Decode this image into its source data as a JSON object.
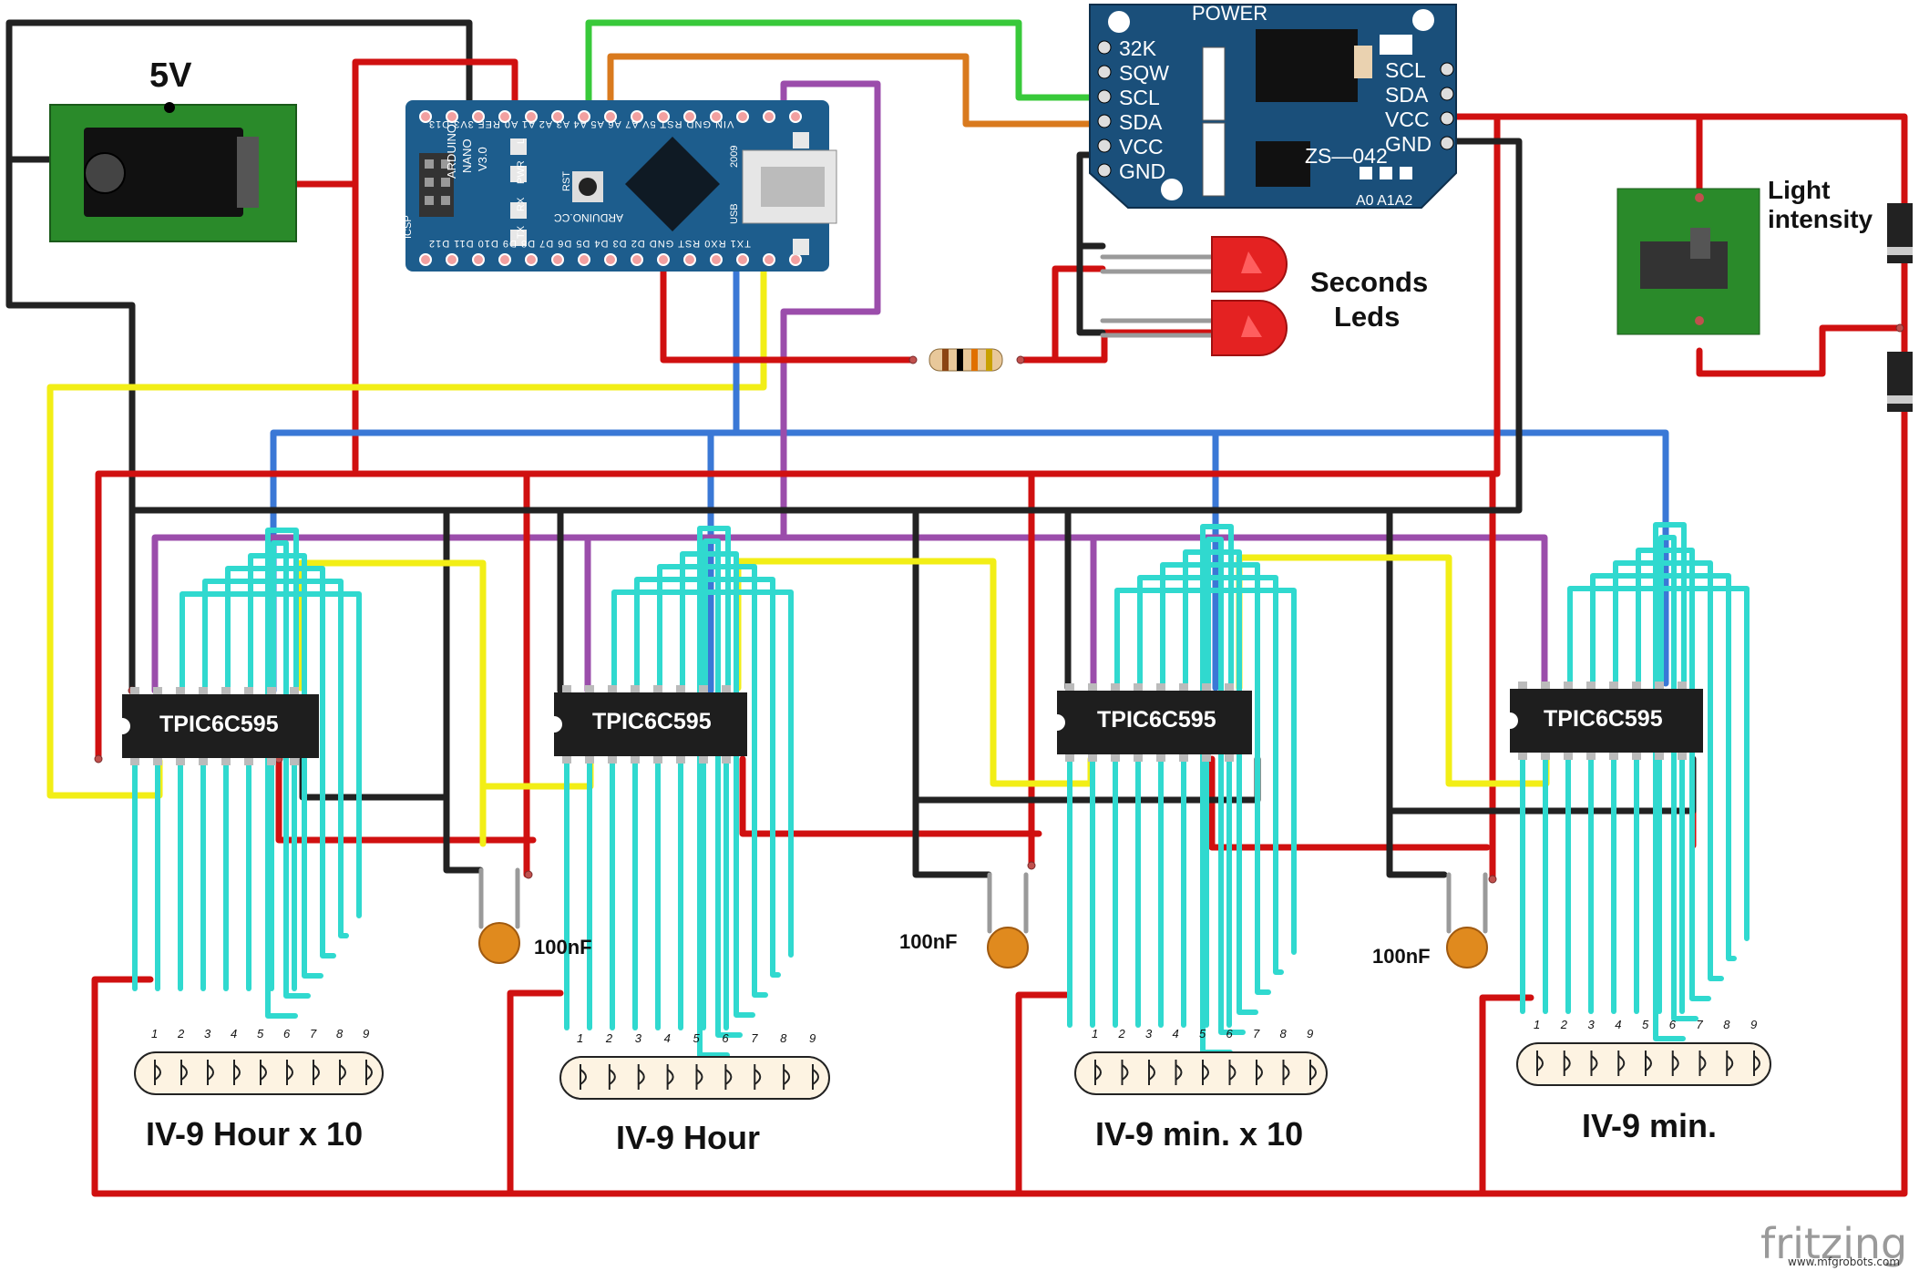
{
  "power": {
    "label": "5V"
  },
  "rtc": {
    "title": "POWER",
    "model": "ZS—042",
    "left_pins": [
      "32K",
      "SQW",
      "SCL",
      "SDA",
      "VCC",
      "GND"
    ],
    "right_pins": [
      "SCL",
      "SDA",
      "VCC",
      "GND"
    ],
    "addr": "A0 A1A2"
  },
  "nano": {
    "name_lines": [
      "ARDUINO",
      "NANO",
      "V3.0"
    ],
    "brand": "ARDUINO.CC",
    "top_pins": "VIN GND RST 5V A7 A6 A5 A4 A3 A2 A1 A0 REF 3V3 D13",
    "bottom_pins": "TX1 RX0 RST GND D2 D3 D4 D5 D6 D7 D8 D9 D10 D11 D12",
    "misc": [
      "ICSP",
      "PWR",
      "RST",
      "TX",
      "RX",
      "L",
      "USB",
      "2009"
    ]
  },
  "seconds_leds": {
    "line1": "Seconds",
    "line2": "Leds"
  },
  "light": {
    "line1": "Light",
    "line2": "intensity"
  },
  "chips": [
    {
      "label": "TPIC6C595"
    },
    {
      "label": "TPIC6C595"
    },
    {
      "label": "TPIC6C595"
    },
    {
      "label": "TPIC6C595"
    }
  ],
  "capacitors": [
    {
      "label": "100nF"
    },
    {
      "label": "100nF"
    },
    {
      "label": "100nF"
    }
  ],
  "tubes": [
    {
      "label": "IV-9 Hour x 10",
      "pins": [
        "1",
        "2",
        "3",
        "4",
        "5",
        "6",
        "7",
        "8",
        "9"
      ]
    },
    {
      "label": "IV-9 Hour",
      "pins": [
        "1",
        "2",
        "3",
        "4",
        "5",
        "6",
        "7",
        "8",
        "9"
      ]
    },
    {
      "label": "IV-9 min. x 10",
      "pins": [
        "1",
        "2",
        "3",
        "4",
        "5",
        "6",
        "7",
        "8",
        "9"
      ]
    },
    {
      "label": "IV-9 min.",
      "pins": [
        "1",
        "2",
        "3",
        "4",
        "5",
        "6",
        "7",
        "8",
        "9"
      ]
    }
  ],
  "watermark": {
    "brand": "fritzing",
    "site": "www.mfgrobots.com"
  },
  "colors": {
    "red": "#d01010",
    "black": "#222222",
    "blue": "#3a78d6",
    "yellow": "#f2ee16",
    "purple": "#9b4dab",
    "green": "#38c93a",
    "orange": "#d97a1e",
    "cyan": "#30d9cf",
    "board_blue": "#1d5d8d",
    "rtc_blue": "#1a4f7a",
    "pcb_green": "#2a8a2a",
    "chip": "#1e1e1e"
  }
}
